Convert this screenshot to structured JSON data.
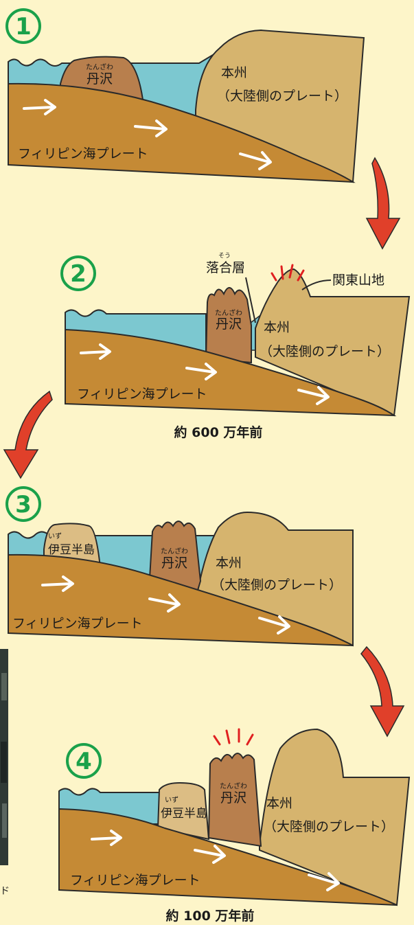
{
  "colors": {
    "background": "#fdf5c9",
    "water": "#7cc8d0",
    "plate": "#c58a35",
    "continent": "#d6b46e",
    "tanzawa": "#b87f4d",
    "izu": "#dcbd84",
    "outline": "#2a2a2a",
    "number_circle": "#1aa14a",
    "curved_arrow": "#e0402a",
    "uplift_marks": "#e02020",
    "flow_arrow": "#ffffff"
  },
  "panels": [
    {
      "number": "1",
      "plate_label": "フィリピン海プレート",
      "tanzawa_ruby": "たんざわ",
      "tanzawa_label": "丹沢",
      "honshu_line1": "本州",
      "honshu_line2": "（大陸側のプレート）"
    },
    {
      "number": "2",
      "plate_label": "フィリピン海プレート",
      "tanzawa_ruby": "たんざわ",
      "tanzawa_label": "丹沢",
      "honshu_line1": "本州",
      "honshu_line2": "（大陸側のプレート）",
      "ochiai_label": "落合層",
      "ochiai_ruby": "そう",
      "kanto_label": "関東山地",
      "caption": "約 600 万年前"
    },
    {
      "number": "3",
      "plate_label": "フィリピン海プレート",
      "tanzawa_ruby": "たんざわ",
      "tanzawa_label": "丹沢",
      "izu_ruby": "いず",
      "izu_label": "伊豆半島",
      "honshu_line1": "本州",
      "honshu_line2": "（大陸側のプレート）"
    },
    {
      "number": "4",
      "plate_label": "フィリピン海プレート",
      "tanzawa_ruby": "たんざわ",
      "tanzawa_label": "丹沢",
      "izu_ruby": "いず",
      "izu_label": "伊豆半島",
      "honshu_line1": "本州",
      "honshu_line2": "（大陸側のプレート）",
      "caption": "約 100 万年前"
    }
  ],
  "stray_char": "ド"
}
